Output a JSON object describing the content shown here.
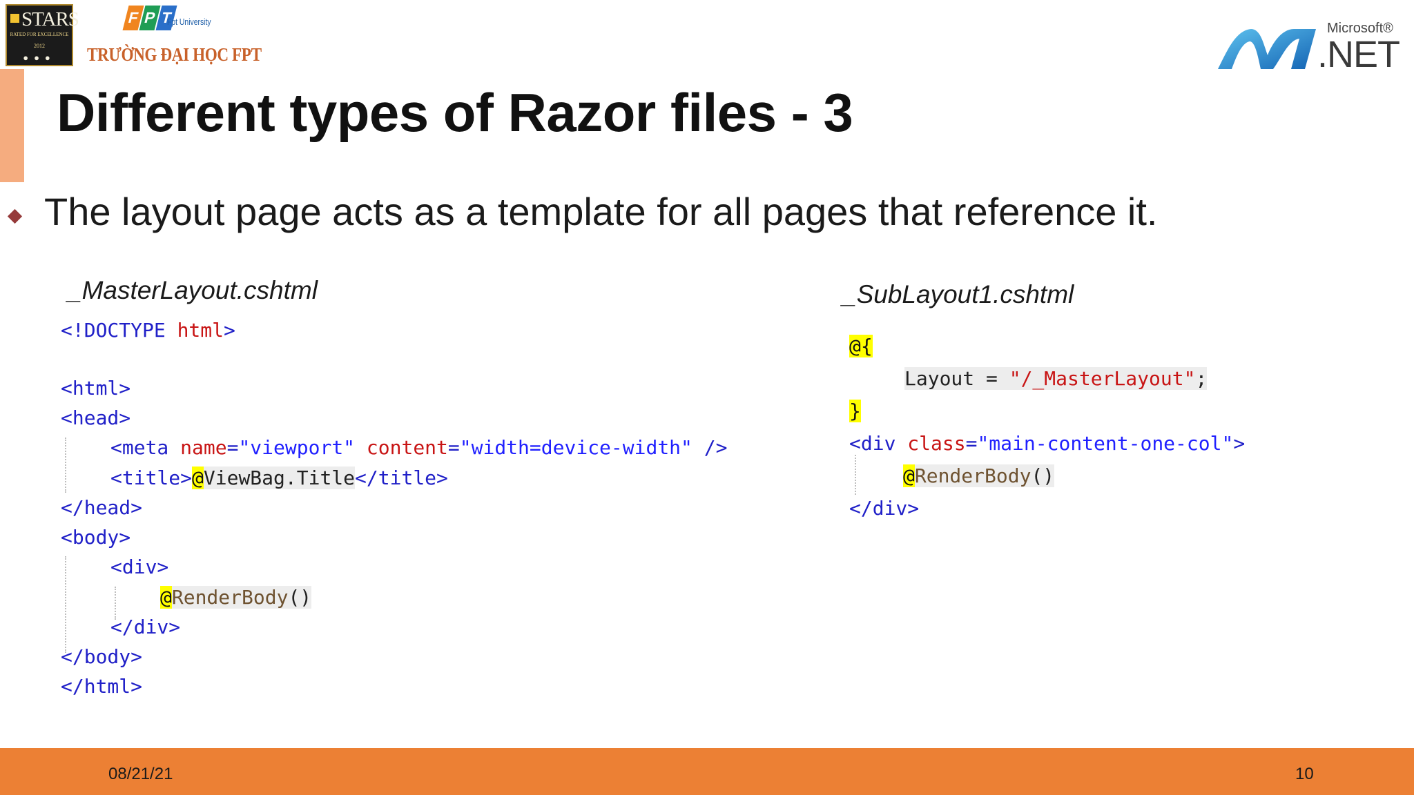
{
  "logos": {
    "stars_word": "STARS",
    "stars_tag": "RATED FOR EXCELLENCE",
    "stars_year": "2012",
    "fpt_letters": [
      "F",
      "P",
      "T"
    ],
    "fpt_tile_colors": [
      "#f0851f",
      "#1f9d55",
      "#2a6fc9"
    ],
    "fpt_university": "Fpt University",
    "school_name": "TRƯỜNG ĐẠI HỌC FPT",
    "net_microsoft": "Microsoft®",
    "net_text": ".NET"
  },
  "slide": {
    "title": "Different types of Razor files - 3",
    "bullet": "The layout page acts as a template for all pages that reference it."
  },
  "master": {
    "filename": "_MasterLayout.cshtml",
    "l1_open": "<!DOCTYPE",
    "l1_html": " html",
    "l1_close": ">",
    "l3": "<html>",
    "l4": "<head>",
    "l5_open": "<meta",
    "l5_name": " name",
    "l5_eq1": "=",
    "l5_val1": "\"viewport\"",
    "l5_content": " content",
    "l5_eq2": "=",
    "l5_val2": "\"width=device-width\"",
    "l5_close": " />",
    "l6_open": "<title>",
    "l6_at": "@",
    "l6_expr": "ViewBag.Title",
    "l6_close": "</title>",
    "l7": "</head>",
    "l8": "<body>",
    "l9": "<div>",
    "l10_at": "@",
    "l10_expr": "RenderBody",
    "l10_parens": "()",
    "l11": "</div>",
    "l12": "</body>",
    "l13": "</html>"
  },
  "sub": {
    "filename": "_SubLayout1.cshtml",
    "l1_at": "@{",
    "l2_key": "Layout = ",
    "l2_val": "\"/_MasterLayout\"",
    "l2_semi": ";",
    "l3": "}",
    "l4_open": "<div",
    "l4_attr": " class",
    "l4_eq": "=",
    "l4_val": "\"main-content-one-col\"",
    "l4_close": ">",
    "l5_at": "@",
    "l5_expr": "RenderBody",
    "l5_parens": "()",
    "l6": "</div>"
  },
  "footer": {
    "date": "08/21/21",
    "page": "10"
  }
}
